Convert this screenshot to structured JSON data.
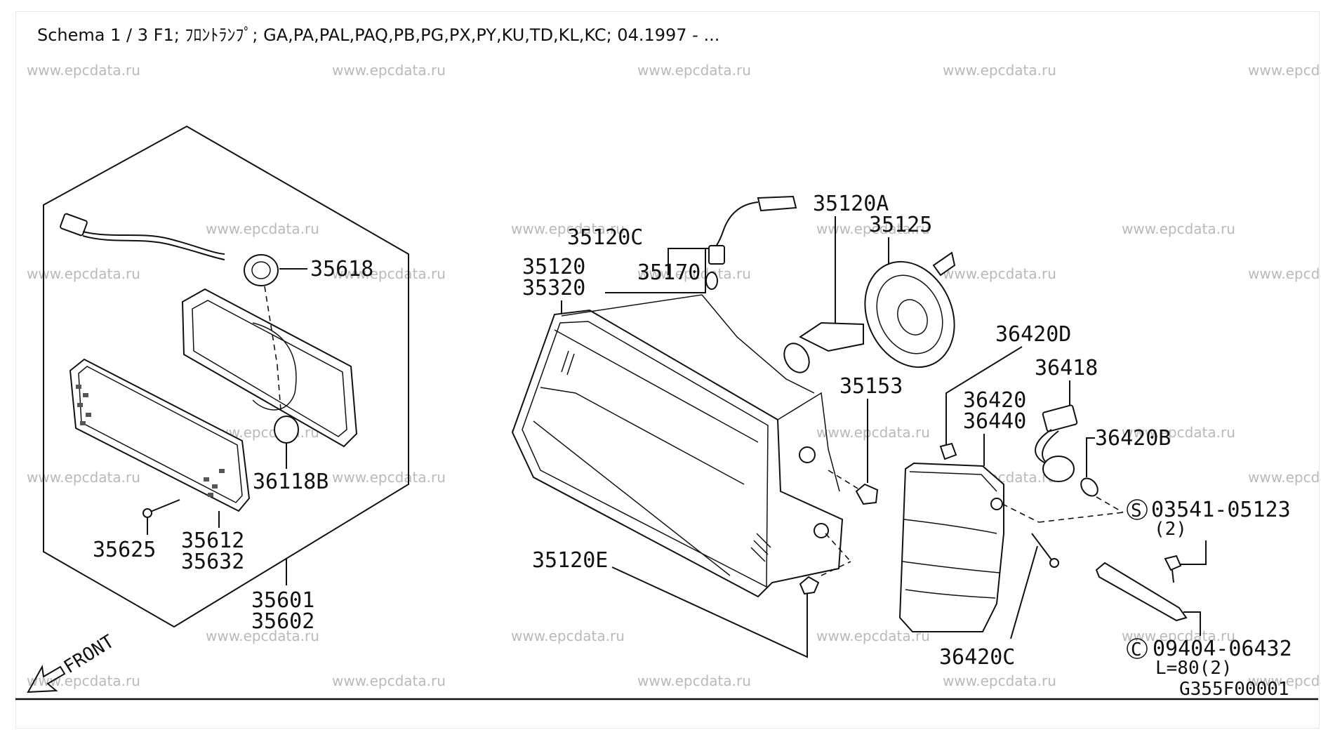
{
  "header": {
    "title": "Schema 1 / 3 F1; ﾌﾛﾝﾄﾗﾝﾌﾟ; GA,PA,PAL,PAQ,PB,PG,PX,PY,KU,TD,KL,KC; 04.1997 - ..."
  },
  "watermark": "www.epcdata.ru",
  "diagram_code": "G355F00001",
  "front_label": "FRONT",
  "parts": {
    "p35618": "35618",
    "p36118b": "36118B",
    "p35625": "35625",
    "p35612": "35612",
    "p35632": "35632",
    "p35601": "35601",
    "p35602": "35602",
    "p35120c": "35120C",
    "p35120": "35120",
    "p35320": "35320",
    "p35170": "35170",
    "p35120a": "35120A",
    "p35125": "35125",
    "p35153": "35153",
    "p35120e": "35120E",
    "p36420d": "36420D",
    "p36420": "36420",
    "p36440": "36440",
    "p36418": "36418",
    "p36420b": "36420B",
    "p03541": "03541-05123",
    "p03541_qty": "(2)",
    "p36420c": "36420C",
    "p09404": "09404-06432",
    "p09404_len": "L=80(2)"
  },
  "symbols": {
    "s_screw": "S",
    "c_clip": "C"
  }
}
